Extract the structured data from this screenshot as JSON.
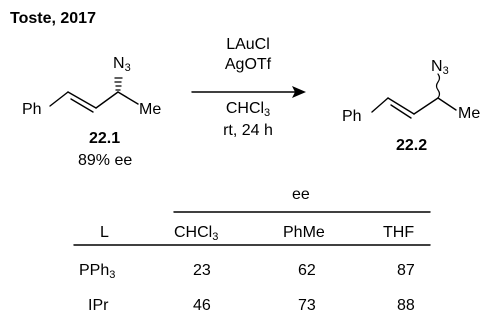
{
  "title": "Toste, 2017",
  "reactant": {
    "ph": "Ph",
    "n3": "N",
    "n3_sub": "3",
    "me": "Me",
    "number": "22.1",
    "ee_text": "89% ee"
  },
  "conditions": {
    "line1": "LAuCl",
    "line2": "AgOTf",
    "line3": "CHCl",
    "line3_sub": "3",
    "line4": "rt, 24 h"
  },
  "product": {
    "ph": "Ph",
    "n3": "N",
    "n3_sub": "3",
    "me": "Me",
    "number": "22.2"
  },
  "table": {
    "group_header": "ee",
    "col_l": "L",
    "col_chcl3": "CHCl",
    "col_chcl3_sub": "3",
    "col_phme": "PhMe",
    "col_thf": "THF",
    "rows": [
      {
        "ligand": "PPh",
        "ligand_sub": "3",
        "chcl3": "23",
        "phme": "62",
        "thf": "87"
      },
      {
        "ligand": "IPr",
        "ligand_sub": "",
        "chcl3": "46",
        "phme": "73",
        "thf": "88"
      }
    ]
  }
}
